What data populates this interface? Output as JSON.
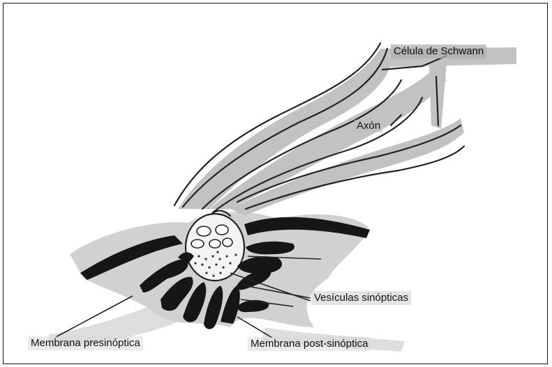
{
  "labels": {
    "schwann_cell": "Célula de Schwann",
    "axon": "Axón",
    "synaptic_vesicles": "Vesículas sinópticas",
    "presynaptic_membrane": "Membrana presinóptica",
    "postsynaptic_membrane": "Membrana post-sinóptica"
  },
  "colors": {
    "ink": "#111111",
    "shading": "#b4b4b4",
    "background": "#ffffff"
  }
}
